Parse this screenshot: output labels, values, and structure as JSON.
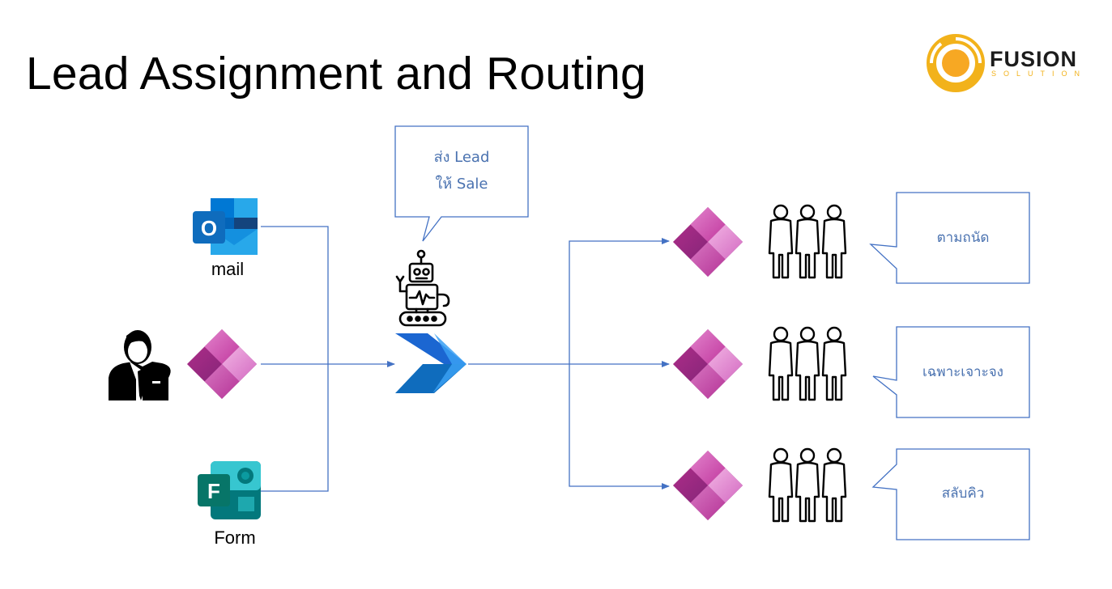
{
  "slide": {
    "title": "Lead Assignment and Routing"
  },
  "logo": {
    "name": "FUSION",
    "tagline": "SOLUTION",
    "colors": {
      "ring": "#f2b21b",
      "core": "#f7a823",
      "text": "#1c1c1c"
    }
  },
  "sources": {
    "mail_label": "mail",
    "form_label": "Form",
    "mail_icon": "outlook-icon",
    "app_icon": "power-apps-icon",
    "form_icon": "forms-icon",
    "user_icon": "businessman-icon"
  },
  "bot": {
    "callout_line1": "ส่ง Lead",
    "callout_line2": "ให้ Sale",
    "robot_icon": "robot-icon",
    "flow_icon": "power-automate-icon"
  },
  "routes": [
    {
      "label": "ตามถนัด",
      "app_icon": "power-apps-icon",
      "team_icon": "people-group-icon"
    },
    {
      "label": "เฉพาะเจาะจง",
      "app_icon": "power-apps-icon",
      "team_icon": "people-group-icon"
    },
    {
      "label": "สลับคิว",
      "app_icon": "power-apps-icon",
      "team_icon": "people-group-icon"
    }
  ],
  "colors": {
    "connector": "#4472c4",
    "callout_border": "#4472c4",
    "callout_text": "#4a72b0",
    "power_apps_dark": "#742774",
    "power_apps_light": "#e28ed2",
    "power_automate": "#0f6cbd"
  }
}
